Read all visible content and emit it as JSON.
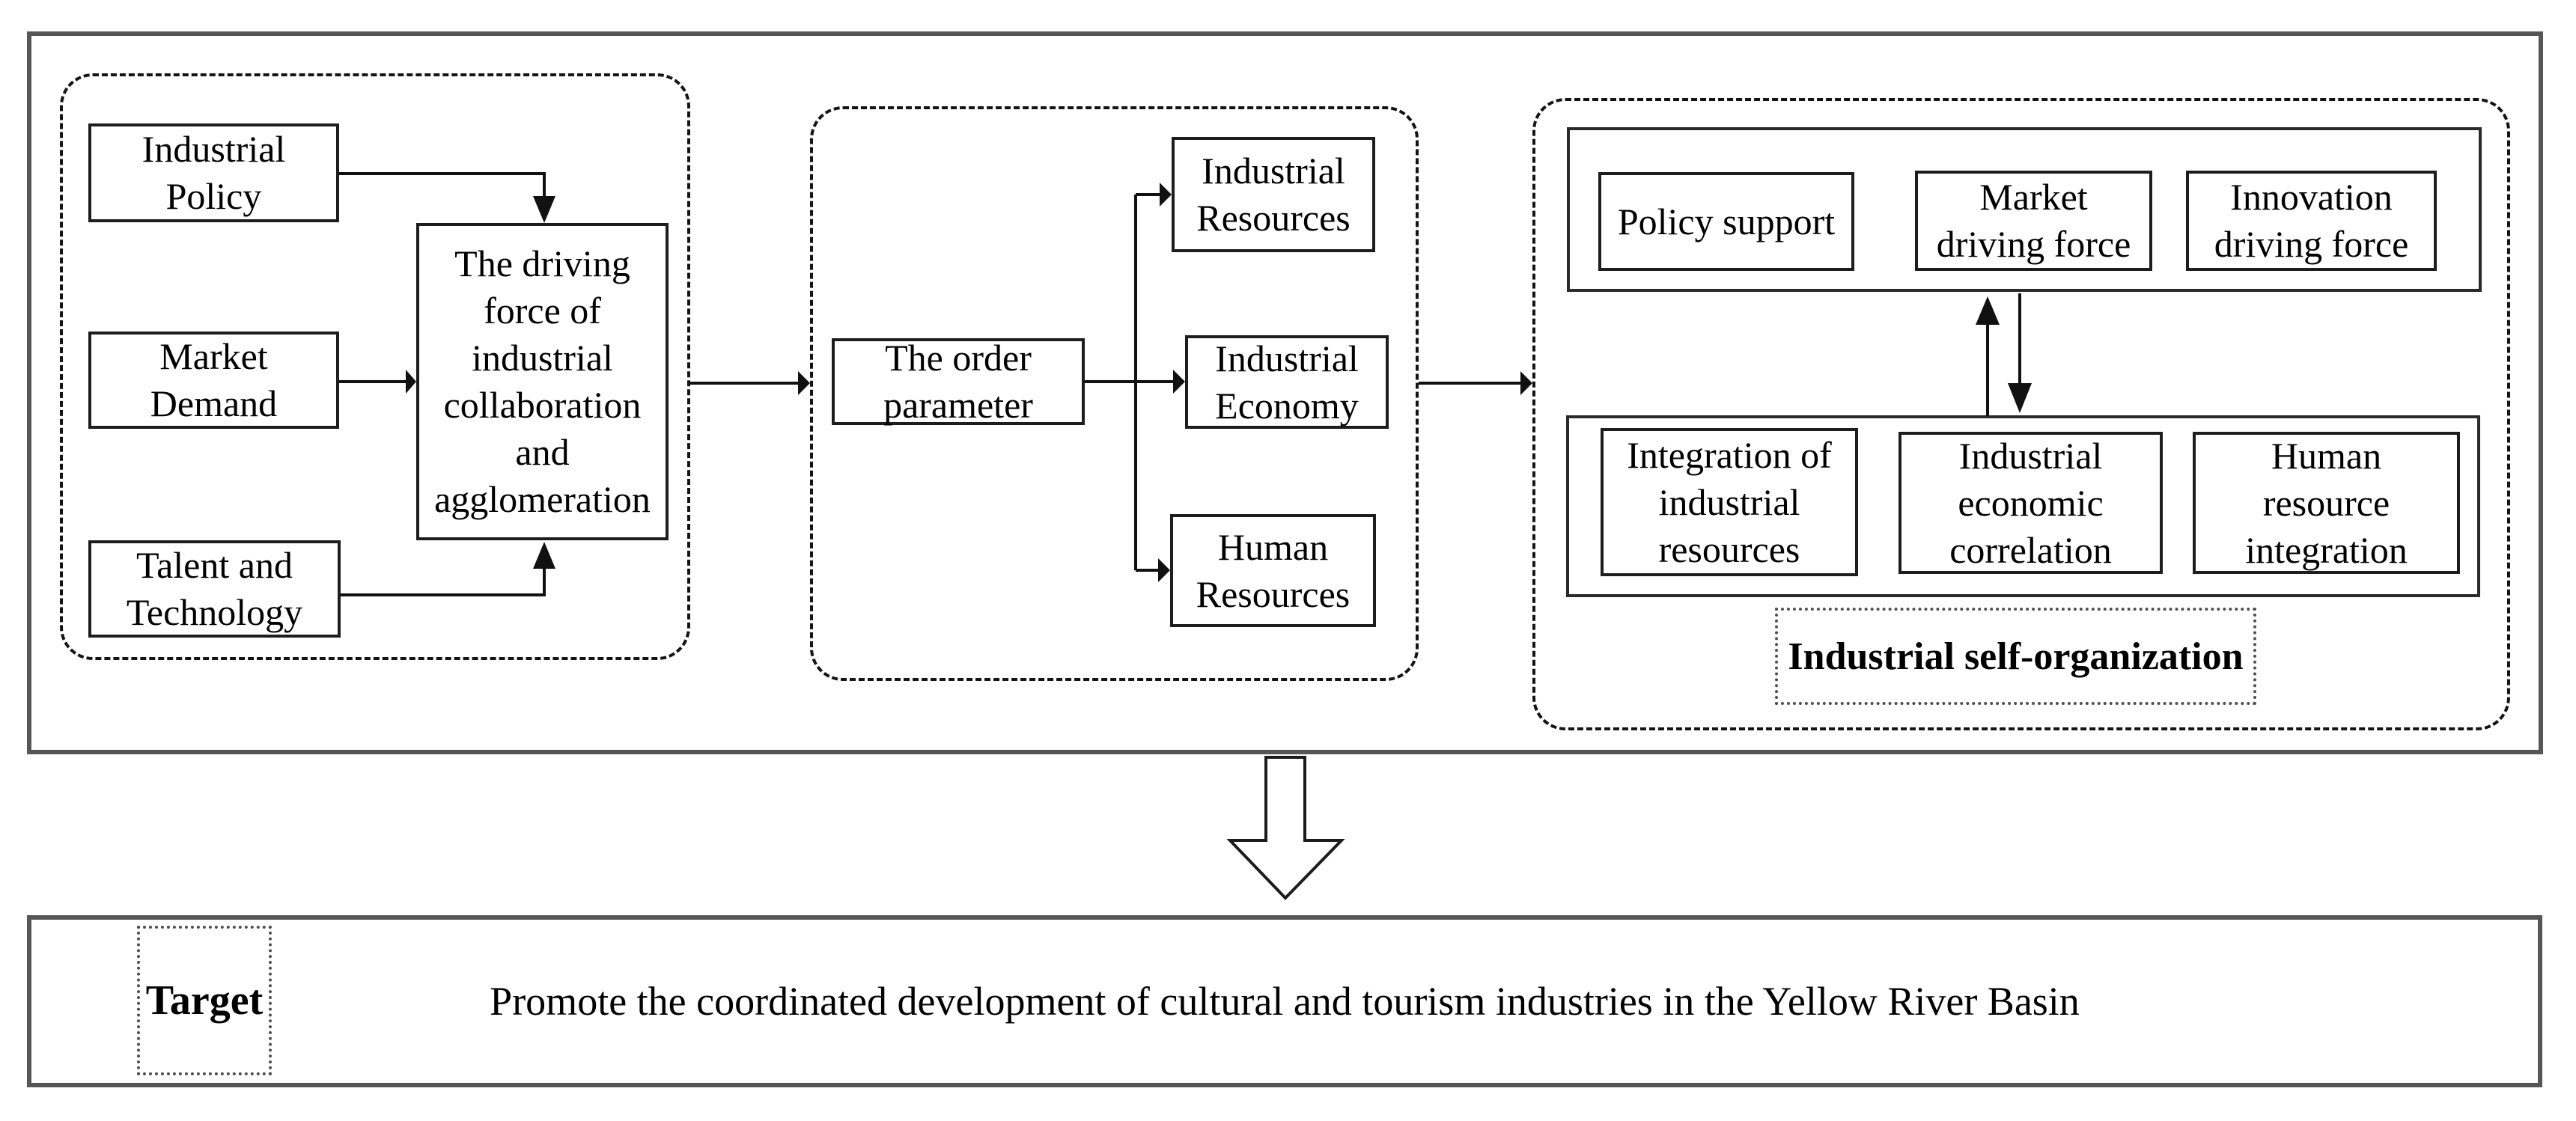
{
  "colors": {
    "background": "#ffffff",
    "frame_border": "#565656",
    "line": "#111111",
    "text": "#000000"
  },
  "driving_group": {
    "industrial_policy": "Industrial Policy",
    "market_demand": "Market Demand",
    "talent_technology": "Talent and Technology",
    "driving_force": "The driving force of industrial collaboration and agglomeration"
  },
  "order_group": {
    "order_parameter": "The order parameter",
    "industrial_resources": "Industrial Resources",
    "industrial_economy": "Industrial Economy",
    "human_resources": "Human Resources"
  },
  "self_org_group": {
    "top_row": [
      "Policy support",
      "Market driving force",
      "Innovation driving force"
    ],
    "bottom_row": [
      "Integration of industrial resources",
      "Industrial economic correlation",
      "Human resource integration"
    ],
    "caption": "Industrial self-organization"
  },
  "target_band": {
    "label": "Target",
    "statement": "Promote the coordinated development of cultural and tourism industries in the Yellow River Basin"
  }
}
